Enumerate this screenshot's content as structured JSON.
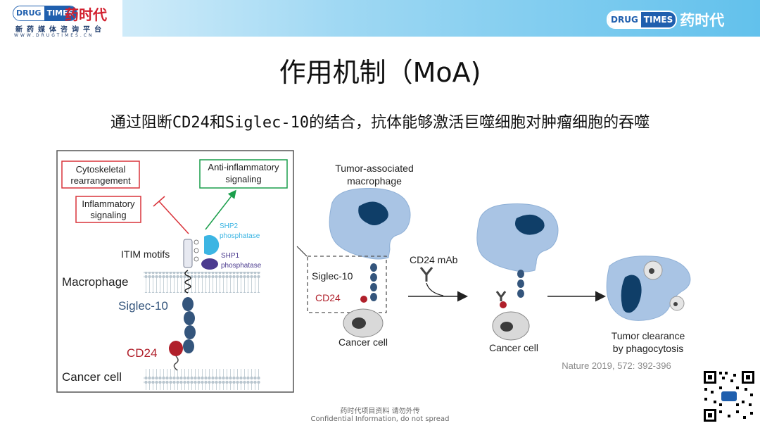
{
  "header": {
    "logo_en_left": "DRUG",
    "logo_en_right": "TIMES",
    "logo_cn": "药时代",
    "logo_tagline": "新药媒体咨询平台",
    "logo_url": "WWW.DRUGTIMES.CN"
  },
  "slide": {
    "title": "作用机制（MoA)",
    "subtitle": "通过阻断CD24和Siglec-10的结合，抗体能够激活巨噬细胞对肿瘤细胞的吞噬"
  },
  "left_panel": {
    "cytoskeletal": [
      "Cytoskeletal",
      "rearrangement"
    ],
    "inflammatory": [
      "Inflammatory",
      "signaling"
    ],
    "anti_inflammatory": [
      "Anti-inflammatory",
      "signaling"
    ],
    "shp2": [
      "SHP2",
      "phosphatase"
    ],
    "shp1": [
      "SHP1",
      "phosphatase"
    ],
    "itim": "ITIM motifs",
    "macrophage": "Macrophage",
    "siglec": "Siglec-10",
    "cd24": "CD24",
    "cancer_cell": "Cancer cell"
  },
  "right_panel": {
    "tam": [
      "Tumor-associated",
      "macrophage"
    ],
    "siglec": "Siglec-10",
    "cd24": "CD24",
    "cancer_cell_1": "Cancer cell",
    "mab": "CD24 mAb",
    "cancer_cell_2": "Cancer cell",
    "clearance": [
      "Tumor clearance",
      "by phagocytosis"
    ],
    "citation": "Nature 2019, 572: 392-396"
  },
  "footer": {
    "line1": "药时代项目资料 请勿外传",
    "line2": "Confidential Information, do not spread"
  },
  "colors": {
    "red_box": "#d9333a",
    "green": "#1a9e4b",
    "macrophage_fill": "#a9c4e4",
    "nucleus": "#0f3e68",
    "siglec_bead": "#34557c",
    "shp2": "#3cb5e3",
    "shp1": "#4b3b8f",
    "cd24": "#b0202b",
    "cancer_fill": "#d9d9d9"
  }
}
